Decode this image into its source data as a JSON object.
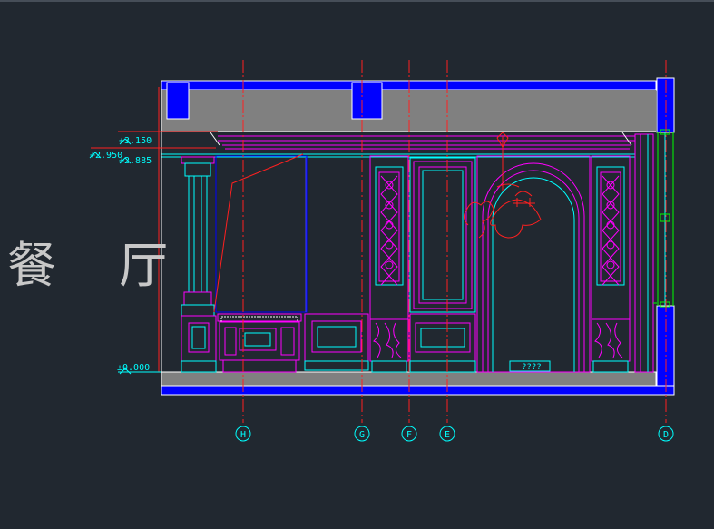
{
  "title": "餐 厅",
  "levels": [
    "+3.150",
    "+2.950",
    "+2.885",
    "±0.000"
  ],
  "axes": [
    "H",
    "G",
    "F",
    "E",
    "D"
  ],
  "tag": "????",
  "colors": {
    "background": "#212830",
    "magenta": "#ff00ff",
    "cyan": "#00ffff",
    "red": "#ff2020",
    "blue": "#0000ff",
    "gray": "#808080",
    "white": "#ffffff",
    "green": "#00ff00"
  }
}
